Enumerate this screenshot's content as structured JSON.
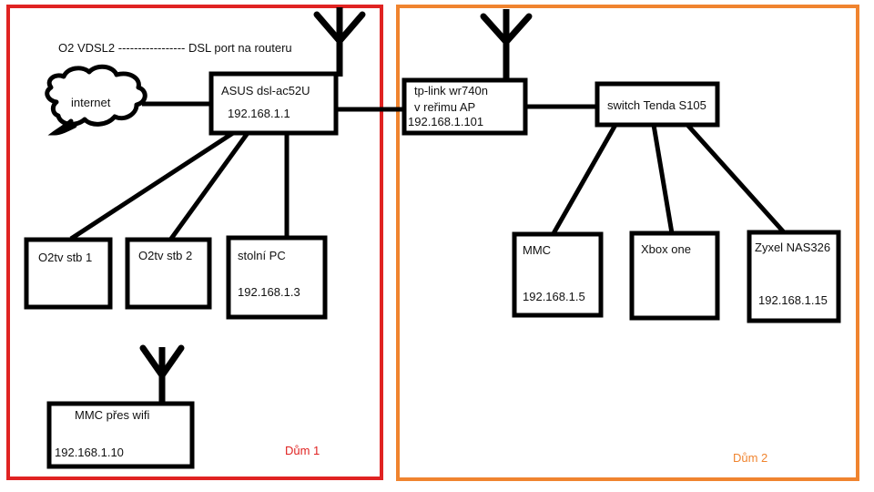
{
  "diagram": {
    "title": "Home network topology diagram",
    "colors": {
      "zone1_border": "#e02322",
      "zone2_border": "#f0842f",
      "line": "#000000",
      "text": "#111111"
    },
    "annotation": {
      "wan_link": "O2 VDSL2 ----------------- DSL port na routeru"
    },
    "cloud": {
      "label": "internet"
    },
    "zones": [
      {
        "id": "dum1",
        "label": "Dům 1",
        "color": "#e02322"
      },
      {
        "id": "dum2",
        "label": "Dům 2",
        "color": "#f0842f"
      }
    ],
    "nodes": [
      {
        "id": "asus-router",
        "lines": [
          "ASUS dsl-ac52U",
          "192.168.1.1"
        ],
        "name": "ASUS dsl-ac52U",
        "ip": "192.168.1.1",
        "has_antenna": true,
        "zone": "dum1"
      },
      {
        "id": "o2tv-stb-1",
        "lines": [
          "O2tv stb 1"
        ],
        "name": "O2tv stb 1",
        "ip": "",
        "has_antenna": false,
        "zone": "dum1"
      },
      {
        "id": "o2tv-stb-2",
        "lines": [
          "O2tv stb 2"
        ],
        "name": "O2tv stb 2",
        "ip": "",
        "has_antenna": false,
        "zone": "dum1"
      },
      {
        "id": "stolni-pc",
        "lines": [
          "stolní PC",
          "192.168.1.3"
        ],
        "name": "stolní PC",
        "ip": "192.168.1.3",
        "has_antenna": false,
        "zone": "dum1"
      },
      {
        "id": "mmc-wifi",
        "lines": [
          "MMC přes wifi",
          "192.168.1.10"
        ],
        "name": "MMC přes wifi",
        "ip": "192.168.1.10",
        "has_antenna": true,
        "zone": "dum1"
      },
      {
        "id": "tplink-ap",
        "lines": [
          "tp-link wr740n",
          "v reřimu AP",
          "192.168.1.101"
        ],
        "name": "tp-link wr740n",
        "mode": "v reřimu AP",
        "ip": "192.168.1.101",
        "has_antenna": true,
        "zone": "dum2"
      },
      {
        "id": "switch-tenda",
        "lines": [
          "switch Tenda S105"
        ],
        "name": "switch Tenda S105",
        "ip": "",
        "has_antenna": false,
        "zone": "dum2"
      },
      {
        "id": "mmc",
        "lines": [
          "MMC",
          "192.168.1.5"
        ],
        "name": "MMC",
        "ip": "192.168.1.5",
        "has_antenna": false,
        "zone": "dum2"
      },
      {
        "id": "xbox-one",
        "lines": [
          "Xbox one"
        ],
        "name": "Xbox one",
        "ip": "",
        "has_antenna": false,
        "zone": "dum2"
      },
      {
        "id": "zyxel-nas",
        "lines": [
          "Zyxel NAS326",
          "192.168.1.15"
        ],
        "name": "Zyxel NAS326",
        "ip": "192.168.1.15",
        "has_antenna": false,
        "zone": "dum2"
      }
    ],
    "labels": {
      "asus_name": "ASUS dsl-ac52U",
      "asus_ip": "192.168.1.1",
      "o2tv1": "O2tv stb 1",
      "o2tv2": "O2tv stb 2",
      "pc_name": "stolní PC",
      "pc_ip": "192.168.1.3",
      "mmcwifi_name": "MMC přes wifi",
      "mmcwifi_ip": "192.168.1.10",
      "tplink_name": "tp-link wr740n",
      "tplink_mode": "v reřimu AP",
      "tplink_ip": "192.168.1.101",
      "switch_name": "switch Tenda S105",
      "mmc_name": "MMC",
      "mmc_ip": "192.168.1.5",
      "xbox_name": "Xbox one",
      "nas_name": "Zyxel NAS326",
      "nas_ip": "192.168.1.15",
      "internet": "internet",
      "dum1": "Dům 1",
      "dum2": "Dům 2",
      "wan_annotation": "O2 VDSL2 ----------------- DSL port na routeru"
    }
  }
}
